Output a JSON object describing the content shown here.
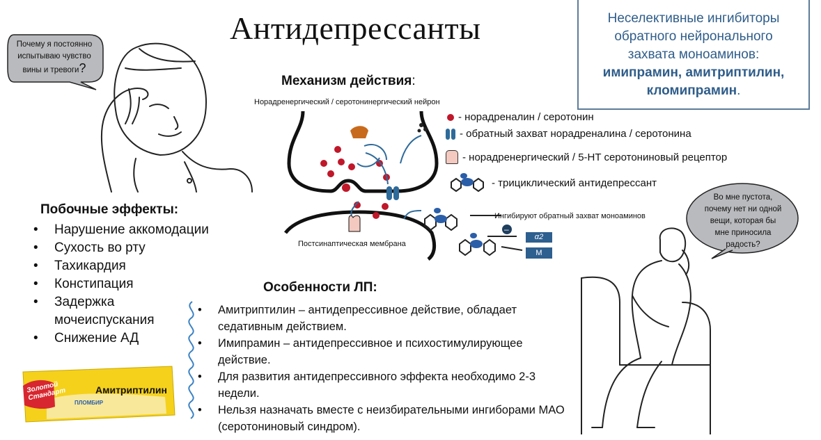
{
  "title": "Антидепрессанты",
  "info_box": {
    "line1": "Неселективные ингибиторы",
    "line2": "обратного нейронального",
    "line3": "захвата моноаминов:",
    "drugs1": "имипрамин, амитриптилин,",
    "drugs2": "кломипрамин",
    "drugs_end": "."
  },
  "mechanism": {
    "title": "Механизм действия",
    "title_colon": ":",
    "neuron_label": "Норадренергический / серотонинергический нейрон",
    "postsynaptic_label": "Постсинаптическая мембрана",
    "inhibit_label": "Ингибируют обратный захват моноаминов",
    "receptor_alpha": "α2",
    "receptor_m": "M",
    "minus_sign": "–",
    "legend": [
      {
        "icon": "red-dot-icon",
        "text": "- норадреналин / серотонин"
      },
      {
        "icon": "reuptake-transporter-icon",
        "text": "- обратный захват норадреналина / серотонина"
      },
      {
        "icon": "receptor-icon",
        "text": "- норадренергический  / 5-HT серотониновый рецептор"
      },
      {
        "icon": "tricyclic-icon",
        "text": "- трициклический антидепрессант"
      }
    ],
    "colors": {
      "neurotransmitter": "#c0172a",
      "transporter": "#2e6a9a",
      "receptor": "#f3c9c0",
      "drug": "#2b5ea8",
      "receptor_box": "#2d5f8f"
    }
  },
  "bubble_left": {
    "line1": "Почему я постоянно",
    "line2": "испытываю чувство",
    "line3": "вины и тревоги",
    "mark": "?"
  },
  "bubble_right": {
    "line1": "Во мне пустота,",
    "line2": "почему нет ни одной",
    "line3": "вещи, которая бы",
    "line4": "мне приносила",
    "line5": "радость?"
  },
  "side_effects": {
    "title": "Побочные эффекты:",
    "items": [
      "Нарушение аккомодации",
      "Сухость во рту",
      "Тахикардия",
      "Констипация",
      "Задержка мочеиспускания",
      "Снижение АД"
    ]
  },
  "features": {
    "title": "Особенности ЛП:",
    "items": [
      "Амитриптилин – антидепрессивное действие, обладает седативным действием.",
      "Имипрамин – антидепрессивное и психостимулирующее действие.",
      "Для развития антидепрессивного эффекта необходимо 2-3 недели.",
      "Нельзя назначать вместе с неизбирательными ингиборами МАО (серотониновый синдром)."
    ]
  },
  "package": {
    "brand1": "Золотой",
    "brand2": "Стандарт",
    "label": "Амитриптилин",
    "sub": "ПЛОМБИР"
  }
}
